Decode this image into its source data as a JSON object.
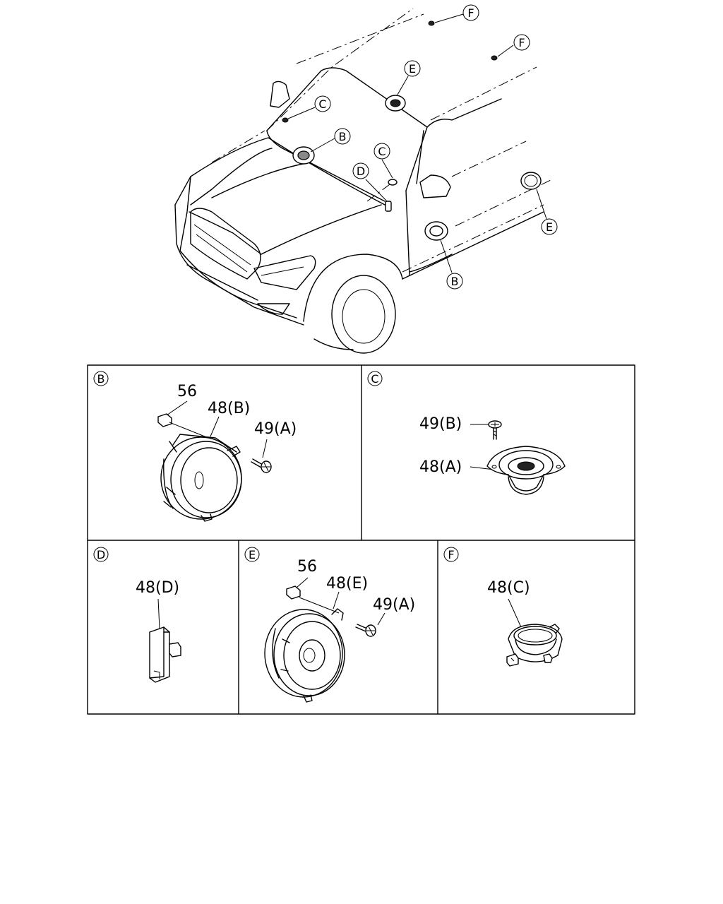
{
  "overview": {
    "callouts": {
      "f1": "F",
      "f2": "F",
      "e1": "E",
      "c1": "C",
      "b1": "B",
      "c2": "C",
      "d1": "D",
      "e2": "E",
      "b2": "B"
    }
  },
  "panels": {
    "b": {
      "letter": "B",
      "parts": {
        "p56": "56",
        "p48b": "48(B)",
        "p49a": "49(A)"
      }
    },
    "c": {
      "letter": "C",
      "parts": {
        "p49b": "49(B)",
        "p48a": "48(A)"
      }
    },
    "d": {
      "letter": "D",
      "parts": {
        "p48d": "48(D)"
      }
    },
    "e": {
      "letter": "E",
      "parts": {
        "p56": "56",
        "p48e": "48(E)",
        "p49a": "49(A)"
      }
    },
    "f": {
      "letter": "F",
      "parts": {
        "p48c": "48(C)"
      }
    }
  },
  "colors": {
    "line": "#000000",
    "background": "#ffffff"
  }
}
